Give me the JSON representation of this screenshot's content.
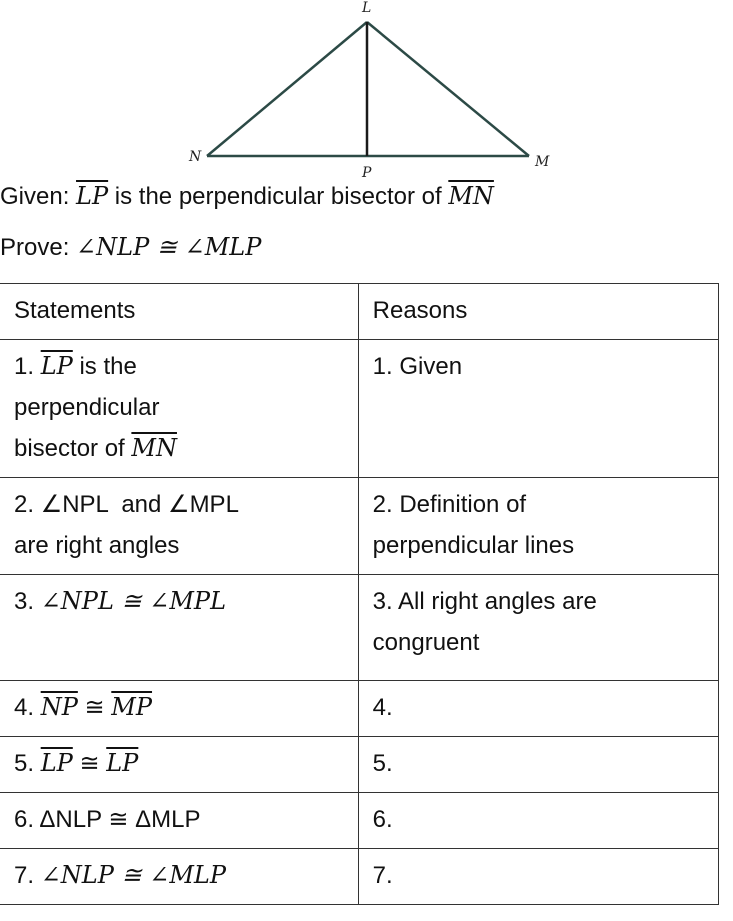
{
  "figure": {
    "labels": {
      "top": "L",
      "left": "N",
      "right": "M",
      "foot": "P"
    }
  },
  "given": {
    "prefix": "Given: ",
    "seg1": "LP",
    "middle": " is the perpendicular bisector of ",
    "seg2": "MN"
  },
  "prove": {
    "prefix": "Prove: ",
    "expr": "∠NLP ≅ ∠MLP"
  },
  "table": {
    "headers": {
      "statements": "Statements",
      "reasons": "Reasons"
    },
    "rows": [
      {
        "s": {
          "num": "1. ",
          "seg1": "LP",
          "t1": " is the",
          "t2": "perpendicular",
          "t3": "bisector of ",
          "seg2": "MN"
        },
        "r": "1. Given"
      },
      {
        "s": {
          "num": "2. ",
          "a1": "∠NPL",
          "mid": "  and ",
          "a2": "∠MPL",
          "t2": "are right angles"
        },
        "r": {
          "l1": "2. Definition of",
          "l2": "perpendicular lines"
        }
      },
      {
        "s": {
          "num": "3. ",
          "expr": "∠NPL ≅ ∠MPL"
        },
        "r": {
          "l1": "3. All right angles are",
          "l2": "congruent"
        }
      },
      {
        "s": {
          "num": "4. ",
          "seg1": "NP",
          "op": " ≅ ",
          "seg2": "MP"
        },
        "r": "4."
      },
      {
        "s": {
          "num": "5. ",
          "seg1": "LP",
          "op": " ≅ ",
          "seg2": "LP"
        },
        "r": "5."
      },
      {
        "s": {
          "num": "6. ",
          "expr": "ΔNLP ≅ ΔMLP"
        },
        "r": "6."
      },
      {
        "s": {
          "num": "7. ",
          "expr": "∠NLP ≅ ∠MLP"
        },
        "r": "7."
      }
    ]
  }
}
